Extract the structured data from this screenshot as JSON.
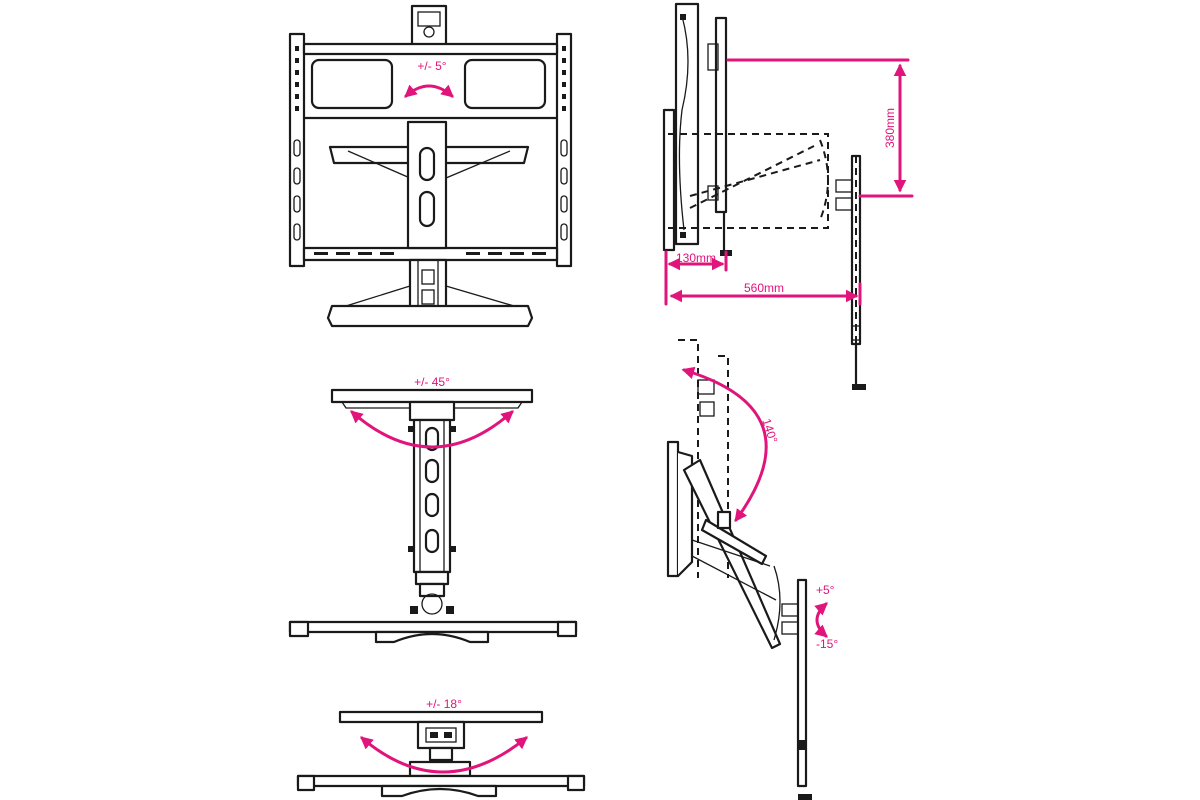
{
  "colors": {
    "accent": "#e0147a",
    "ink": "#1a1a1a",
    "background": "#ffffff"
  },
  "labels": {
    "front_tilt": "+/- 5°",
    "top_swivel": "+/- 45°",
    "bottom_swivel": "+/- 18°",
    "height": "380mm",
    "min_depth": "130mm",
    "max_depth": "560mm",
    "pull_down": "140°",
    "tilt_up": "+5°",
    "tilt_down": "-15°"
  }
}
